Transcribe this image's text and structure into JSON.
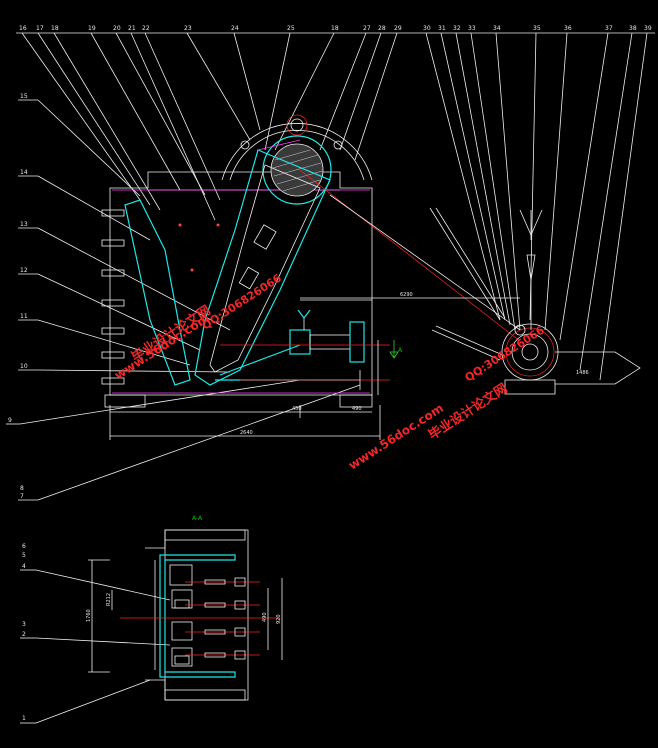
{
  "top_callouts": [
    "16",
    "17",
    "18",
    "19",
    "20",
    "21",
    "22",
    "23",
    "24",
    "25",
    "18",
    "27",
    "28",
    "29",
    "30",
    "31",
    "32",
    "33",
    "34",
    "35",
    "36",
    "37",
    "38",
    "39"
  ],
  "left_callouts": [
    "15",
    "14",
    "13",
    "12",
    "11",
    "10",
    "9",
    "8",
    "7"
  ],
  "section_callouts": [
    "6",
    "5",
    "4",
    "3",
    "2",
    "1"
  ],
  "dimensions": {
    "span_right": "6290",
    "overall_width": "2640",
    "sub_a": "450",
    "sub_b": "490",
    "section_height": "1760",
    "section_inner": "R212",
    "section_right_a": "920",
    "section_right_b": "490",
    "gear_base": "1486"
  },
  "section_title": "A-A",
  "section_marker": "A",
  "watermarks": {
    "qq": "QQ:306826066",
    "site_title": "毕业设计论文网",
    "url": "www.56doc.com"
  },
  "colors": {
    "background": "#000000",
    "outline": "#f0f0f0",
    "jaw": "#20e6e6",
    "centerline": "#ff2020",
    "highlight": "#ff40ff",
    "section_mark": "#30d030",
    "watermark": "#ff2a2a"
  }
}
